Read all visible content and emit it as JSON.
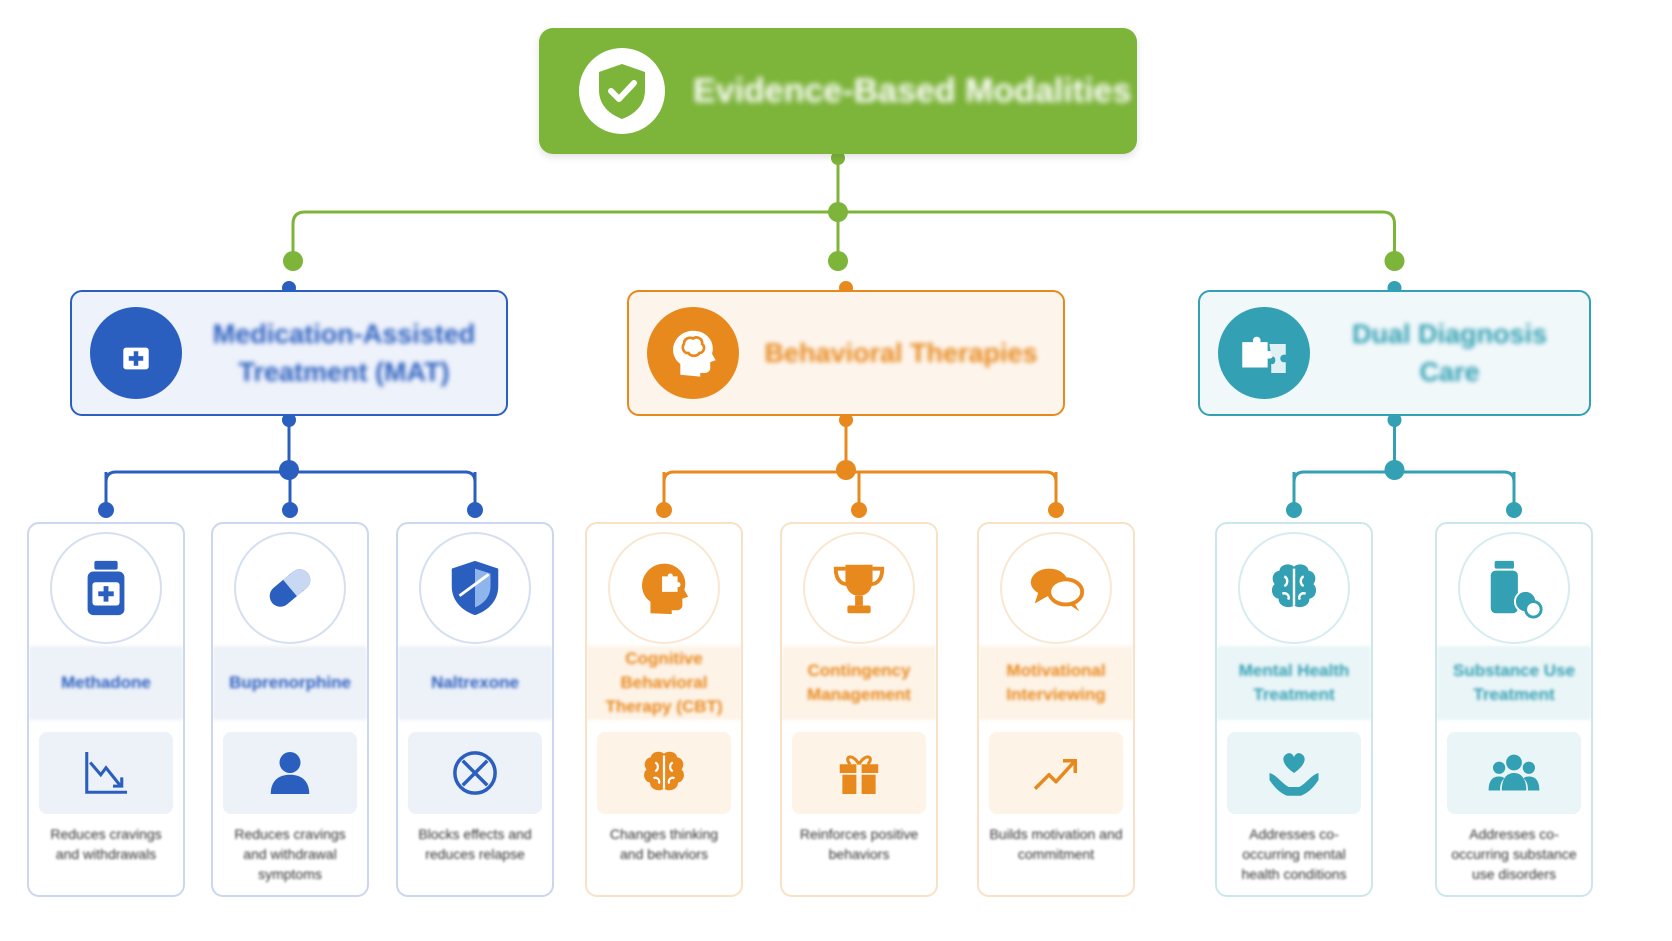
{
  "root": {
    "title": "Evidence-Based Modalities",
    "color": "#7db43a",
    "icon": "shield-check-icon"
  },
  "categories": [
    {
      "title": "Medication-Assisted Treatment (MAT)",
      "color": "#2b5fbf",
      "bg": "#eef2fb",
      "soft": "#edf1f8",
      "icon": "medicine-bottle-icon",
      "items": [
        {
          "label": "Methadone",
          "icon": "medicine-bottle-icon",
          "detail_icon": "declining-chart-icon",
          "desc": "Reduces cravings and withdrawals"
        },
        {
          "label": "Buprenorphine",
          "icon": "capsule-pill-icon",
          "detail_icon": "person-icon",
          "desc": "Reduces cravings and withdrawal symptoms"
        },
        {
          "label": "Naltrexone",
          "icon": "shield-icon",
          "detail_icon": "blocked-circle-icon",
          "desc": "Blocks effects and reduces relapse"
        }
      ]
    },
    {
      "title": "Behavioral Therapies",
      "color": "#e8891e",
      "bg": "#fdf5ec",
      "soft": "#fdf3e7",
      "icon": "brain-head-icon",
      "items": [
        {
          "label": "Cognitive Behavioral Therapy (CBT)",
          "icon": "puzzle-head-icon",
          "detail_icon": "brain-icon",
          "desc": "Changes thinking and behaviors"
        },
        {
          "label": "Contingency Management",
          "icon": "trophy-icon",
          "detail_icon": "gift-icon",
          "desc": "Reinforces positive behaviors"
        },
        {
          "label": "Motivational Interviewing",
          "icon": "chat-bubbles-icon",
          "detail_icon": "trending-up-icon",
          "desc": "Builds motivation and commitment"
        }
      ]
    },
    {
      "title": "Dual Diagnosis Care",
      "color": "#34a0b4",
      "bg": "#f0f8fa",
      "soft": "#eaf5f7",
      "icon": "puzzle-pieces-icon",
      "items": [
        {
          "label": "Mental Health Treatment",
          "icon": "brain-icon",
          "detail_icon": "heart-hands-icon",
          "desc": "Addresses co-occurring mental health conditions"
        },
        {
          "label": "Substance Use Treatment",
          "icon": "bottle-pills-icon",
          "detail_icon": "people-group-icon",
          "desc": "Addresses co-occurring substance use disorders"
        }
      ]
    }
  ]
}
